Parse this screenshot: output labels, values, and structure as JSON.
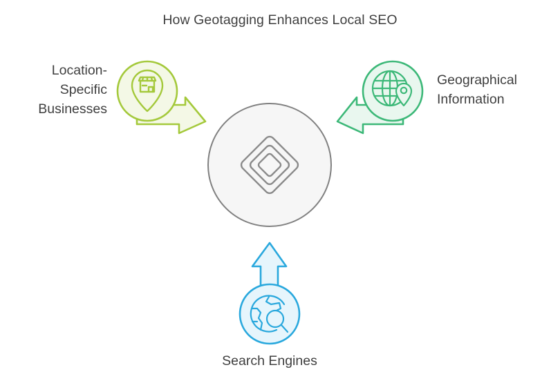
{
  "title": "How Geotagging Enhances Local SEO",
  "diagram": {
    "type": "hub-and-spoke",
    "center": {
      "name": "geotagging-hub",
      "icon": "nested-diamonds-icon",
      "fill": "#f6f6f6",
      "stroke": "#808080",
      "label": ""
    },
    "nodes": [
      {
        "id": "location-specific-businesses",
        "label": "Location-\nSpecific\nBusinesses",
        "icon": "map-pin-storefront-icon",
        "color": "#a4c93b",
        "fill": "#f4f8e6",
        "arrow": "arrow-down-right",
        "position": "left"
      },
      {
        "id": "geographical-information",
        "label": "Geographical\nInformation",
        "icon": "globe-pin-icon",
        "color": "#3cb878",
        "fill": "#e9f7ef",
        "arrow": "arrow-down-left",
        "position": "right"
      },
      {
        "id": "search-engines",
        "label": "Search Engines",
        "icon": "globe-magnifier-icon",
        "color": "#29a8dd",
        "fill": "#e6f5fc",
        "arrow": "arrow-up",
        "position": "bottom"
      }
    ]
  },
  "colors": {
    "background": "#ffffff",
    "text": "#3f3f3f",
    "green": "#a4c93b",
    "teal": "#3cb878",
    "blue": "#29a8dd",
    "hub_stroke": "#808080",
    "hub_fill": "#f6f6f6"
  }
}
